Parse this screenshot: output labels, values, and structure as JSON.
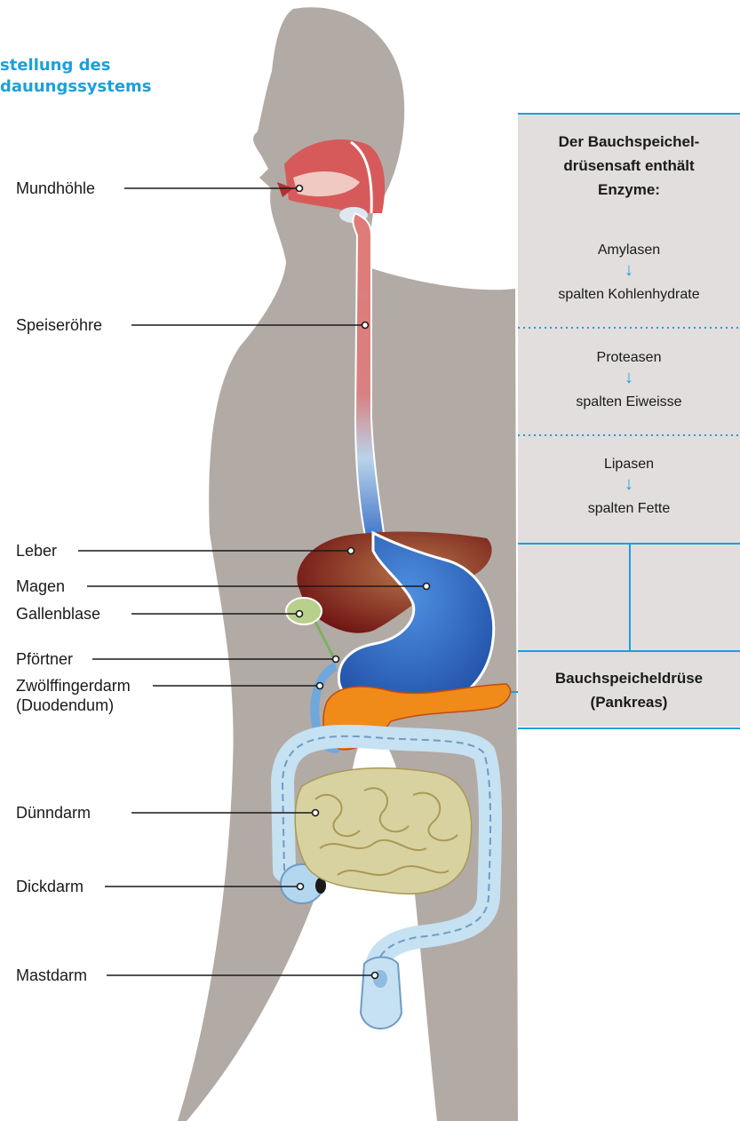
{
  "title": "stellung des\ndauungssystems",
  "labels": {
    "mundhoehle": "Mundhöhle",
    "speiseroehre": "Speiseröhre",
    "leber": "Leber",
    "magen": "Magen",
    "gallenblase": "Gallenblase",
    "pfoertner": "Pförtner",
    "zwoelffingerdarm": "Zwölffingerdarm",
    "duodendum": "(Duodendum)",
    "duenndarm": "Dünndarm",
    "dickdarm": "Dickdarm",
    "mastdarm": "Mastdarm"
  },
  "panel": {
    "heading_line1": "Der Bauchspeichel-",
    "heading_line2": "drüsensaft enthält",
    "heading_line3": "Enzyme:",
    "enzymes": [
      {
        "name": "Amylasen",
        "arrow": "↓",
        "effect": "spalten Kohlenhydrate"
      },
      {
        "name": "Proteasen",
        "arrow": "↓",
        "effect": "spalten Eiweisse"
      },
      {
        "name": "Lipasen",
        "arrow": "↓",
        "effect": "spalten Fette"
      }
    ],
    "pancreas_line1": "Bauchspeicheldrüse",
    "pancreas_line2": "(Pankreas)"
  },
  "colors": {
    "body": "#b2aaa5",
    "accent": "#1aa0dd",
    "esophagus_top": "#d96b6b",
    "stomach": "#2f67c2",
    "liver": "#7a1414",
    "pancreas": "#f08a19",
    "colon": "#c6e1f1",
    "small_intestine": "#d8d2a0"
  }
}
